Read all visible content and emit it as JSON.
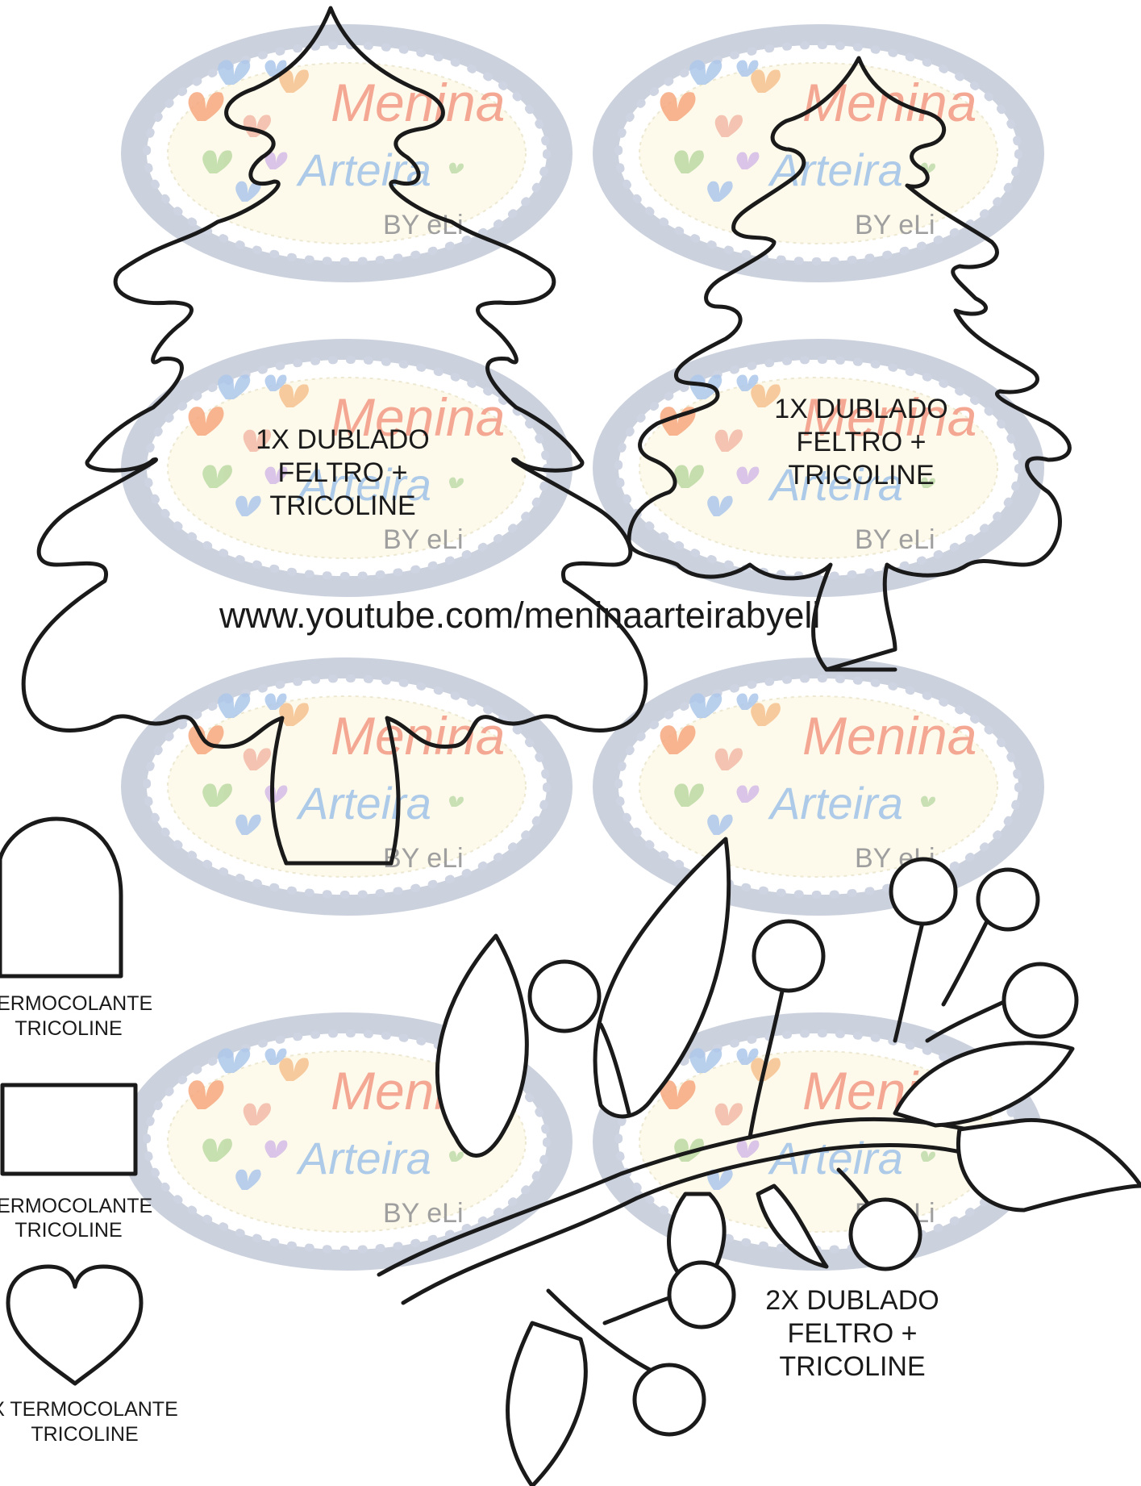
{
  "watermark": {
    "brand_line1": "Menina",
    "brand_line2": "Arteira",
    "byline": "BY eLi"
  },
  "labels": {
    "tree_large": [
      "1X DUBLADO",
      "FELTRO +",
      "TRICOLINE"
    ],
    "tree_small": [
      "1X DUBLADO",
      "FELTRO +",
      "TRICOLINE"
    ],
    "url": "www.youtube.com/meninaarteirabyeli",
    "arch": [
      "TERMOCOLANTE",
      "TRICOLINE"
    ],
    "rect": [
      "TERMOCOLANTE",
      "TRICOLINE"
    ],
    "heart": [
      "X TERMOCOLANTE",
      "TRICOLINE"
    ],
    "branch": [
      "2X DUBLADO",
      "FELTRO +",
      "TRICOLINE"
    ]
  },
  "colors": {
    "outline": "#1a1a1a",
    "watermark_ring": "#c9cfdc",
    "watermark_inner": "#fdfaea",
    "brand_text": "#f4a48f",
    "brand_text_2": "#a9c8e8",
    "byline_text": "#9a9a9a"
  }
}
